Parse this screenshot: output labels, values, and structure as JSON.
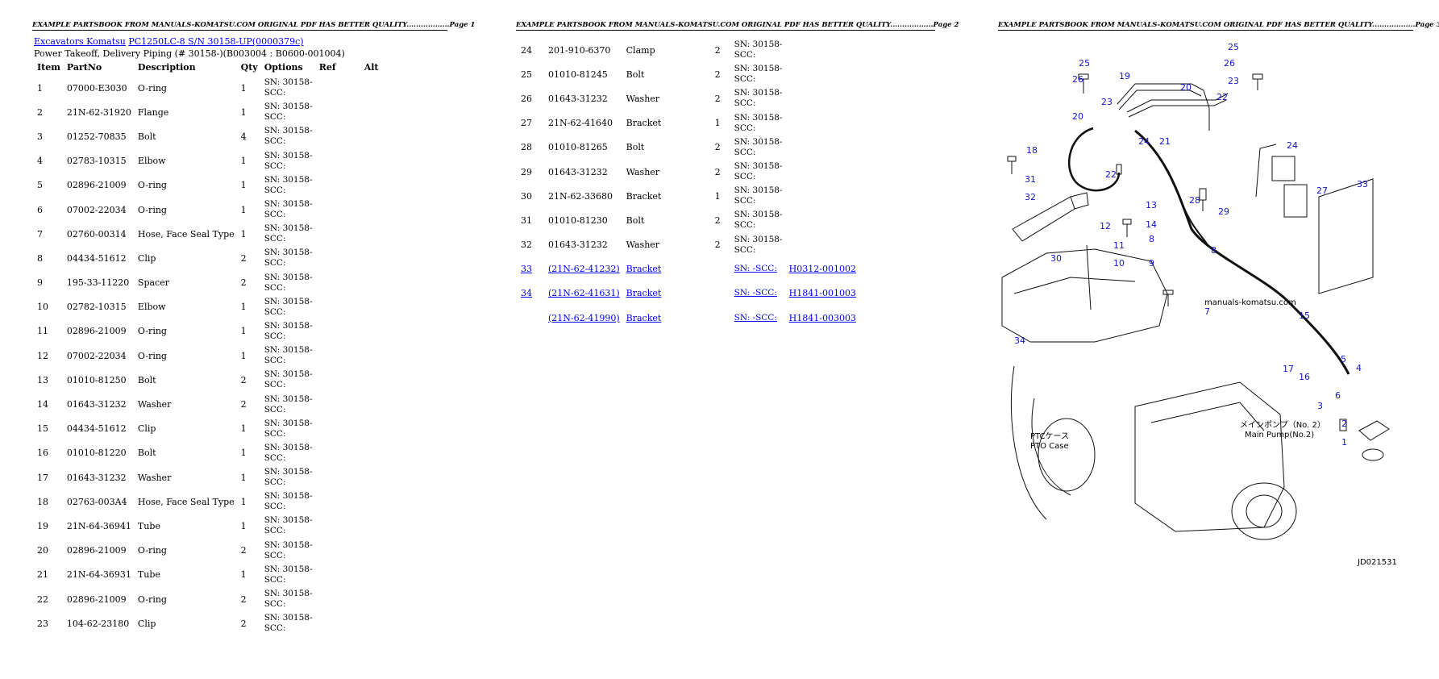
{
  "header_text": "EXAMPLE PARTSBOOK FROM MANUALS-KOMATSU.COM ORIGINAL PDF HAS BETTER QUALITY",
  "header_dots": "..................",
  "page_labels": [
    "Page 1",
    "Page 2",
    "Page 3"
  ],
  "breadcrumb": {
    "link1": "Excavators Komatsu",
    "link2": "PC1250LC-8 S/N 30158-UP(0000379c)"
  },
  "subtitle": "Power Takeoff, Delivery Piping (# 30158-)(B003004 : B0600-001004)",
  "columns": {
    "item": "Item",
    "partno": "PartNo",
    "description": "Description",
    "qty": "Qty",
    "options": "Options",
    "ref": "Ref",
    "alt": "Alt"
  },
  "parts_page1": [
    {
      "item": "1",
      "partno": "07000-E3030",
      "desc": "O-ring",
      "qty": "1",
      "opt": "SN: 30158-SCC:"
    },
    {
      "item": "2",
      "partno": "21N-62-31920",
      "desc": "Flange",
      "qty": "1",
      "opt": "SN: 30158-SCC:"
    },
    {
      "item": "3",
      "partno": "01252-70835",
      "desc": "Bolt",
      "qty": "4",
      "opt": "SN: 30158-SCC:"
    },
    {
      "item": "4",
      "partno": "02783-10315",
      "desc": "Elbow",
      "qty": "1",
      "opt": "SN: 30158-SCC:"
    },
    {
      "item": "5",
      "partno": "02896-21009",
      "desc": "O-ring",
      "qty": "1",
      "opt": "SN: 30158-SCC:"
    },
    {
      "item": "6",
      "partno": "07002-22034",
      "desc": "O-ring",
      "qty": "1",
      "opt": "SN: 30158-SCC:"
    },
    {
      "item": "7",
      "partno": "02760-00314",
      "desc": "Hose, Face Seal Type",
      "qty": "1",
      "opt": "SN: 30158-SCC:"
    },
    {
      "item": "8",
      "partno": "04434-51612",
      "desc": "Clip",
      "qty": "2",
      "opt": "SN: 30158-SCC:"
    },
    {
      "item": "9",
      "partno": "195-33-11220",
      "desc": "Spacer",
      "qty": "2",
      "opt": "SN: 30158-SCC:"
    },
    {
      "item": "10",
      "partno": "02782-10315",
      "desc": "Elbow",
      "qty": "1",
      "opt": "SN: 30158-SCC:"
    },
    {
      "item": "11",
      "partno": "02896-21009",
      "desc": "O-ring",
      "qty": "1",
      "opt": "SN: 30158-SCC:"
    },
    {
      "item": "12",
      "partno": "07002-22034",
      "desc": "O-ring",
      "qty": "1",
      "opt": "SN: 30158-SCC:"
    },
    {
      "item": "13",
      "partno": "01010-81250",
      "desc": "Bolt",
      "qty": "2",
      "opt": "SN: 30158-SCC:"
    },
    {
      "item": "14",
      "partno": "01643-31232",
      "desc": "Washer",
      "qty": "2",
      "opt": "SN: 30158-SCC:"
    },
    {
      "item": "15",
      "partno": "04434-51612",
      "desc": "Clip",
      "qty": "1",
      "opt": "SN: 30158-SCC:"
    },
    {
      "item": "16",
      "partno": "01010-81220",
      "desc": "Bolt",
      "qty": "1",
      "opt": "SN: 30158-SCC:"
    },
    {
      "item": "17",
      "partno": "01643-31232",
      "desc": "Washer",
      "qty": "1",
      "opt": "SN: 30158-SCC:"
    },
    {
      "item": "18",
      "partno": "02763-003A4",
      "desc": "Hose, Face Seal Type",
      "qty": "1",
      "opt": "SN: 30158-SCC:"
    },
    {
      "item": "19",
      "partno": "21N-64-36941",
      "desc": "Tube",
      "qty": "1",
      "opt": "SN: 30158-SCC:"
    },
    {
      "item": "20",
      "partno": "02896-21009",
      "desc": "O-ring",
      "qty": "2",
      "opt": "SN: 30158-SCC:"
    },
    {
      "item": "21",
      "partno": "21N-64-36931",
      "desc": "Tube",
      "qty": "1",
      "opt": "SN: 30158-SCC:"
    },
    {
      "item": "22",
      "partno": "02896-21009",
      "desc": "O-ring",
      "qty": "2",
      "opt": "SN: 30158-SCC:"
    },
    {
      "item": "23",
      "partno": "104-62-23180",
      "desc": "Clip",
      "qty": "2",
      "opt": "SN: 30158-SCC:"
    }
  ],
  "parts_page2": [
    {
      "item": "24",
      "partno": "201-910-6370",
      "desc": "Clamp",
      "qty": "2",
      "opt": "SN: 30158-SCC:",
      "ref": ""
    },
    {
      "item": "25",
      "partno": "01010-81245",
      "desc": "Bolt",
      "qty": "2",
      "opt": "SN: 30158-SCC:",
      "ref": ""
    },
    {
      "item": "26",
      "partno": "01643-31232",
      "desc": "Washer",
      "qty": "2",
      "opt": "SN: 30158-SCC:",
      "ref": ""
    },
    {
      "item": "27",
      "partno": "21N-62-41640",
      "desc": "Bracket",
      "qty": "1",
      "opt": "SN: 30158-SCC:",
      "ref": ""
    },
    {
      "item": "28",
      "partno": "01010-81265",
      "desc": "Bolt",
      "qty": "2",
      "opt": "SN: 30158-SCC:",
      "ref": ""
    },
    {
      "item": "29",
      "partno": "01643-31232",
      "desc": "Washer",
      "qty": "2",
      "opt": "SN: 30158-SCC:",
      "ref": ""
    },
    {
      "item": "30",
      "partno": "21N-62-33680",
      "desc": "Bracket",
      "qty": "1",
      "opt": "SN: 30158-SCC:",
      "ref": ""
    },
    {
      "item": "31",
      "partno": "01010-81230",
      "desc": "Bolt",
      "qty": "2",
      "opt": "SN: 30158-SCC:",
      "ref": ""
    },
    {
      "item": "32",
      "partno": "01643-31232",
      "desc": "Washer",
      "qty": "2",
      "opt": "SN: 30158-SCC:",
      "ref": ""
    },
    {
      "item": "33",
      "partno": "(21N-62-41232)",
      "desc": "Bracket",
      "qty": "",
      "opt": "SN: -SCC:",
      "ref": "H0312-001002",
      "link": true
    },
    {
      "item": "34",
      "partno": "(21N-62-41631)",
      "desc": "Bracket",
      "qty": "",
      "opt": "SN: -SCC:",
      "ref": "H1841-001003",
      "link": true
    },
    {
      "item": "",
      "partno": "(21N-62-41990)",
      "desc": "Bracket",
      "qty": "",
      "opt": "SN: -SCC:",
      "ref": "H1841-003003",
      "link": true
    }
  ],
  "diagram": {
    "callouts": [
      "25",
      "26",
      "19",
      "20",
      "22",
      "23",
      "26",
      "25",
      "23",
      "20",
      "24",
      "21",
      "24",
      "18",
      "22",
      "27",
      "33",
      "31",
      "32",
      "28",
      "29",
      "13",
      "14",
      "12",
      "11",
      "10",
      "8",
      "9",
      "8",
      "30",
      "15",
      "7",
      "34",
      "5",
      "4",
      "17",
      "16",
      "3",
      "6",
      "2",
      "1"
    ],
    "watermark": "manuals-komatsu.com",
    "label_main_pump_jp": "メインポンプ（No. 2）",
    "label_main_pump_en": "Main Pump(No.2)",
    "label_ptc_jp": "PTCケース",
    "label_ptc_en": "PTO Case",
    "drawing_code": "JD021531"
  },
  "colors": {
    "link": "#0000ee",
    "callout": "#1414c8"
  }
}
